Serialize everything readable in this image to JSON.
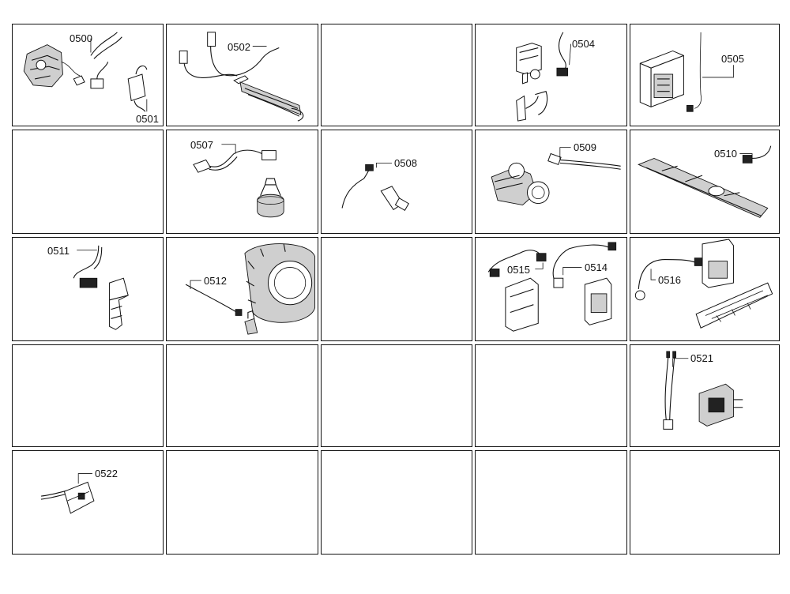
{
  "parts": {
    "p0500": "0500",
    "p0501": "0501",
    "p0502": "0502",
    "p0504": "0504",
    "p0505": "0505",
    "p0507": "0507",
    "p0508": "0508",
    "p0509": "0509",
    "p0510": "0510",
    "p0511": "0511",
    "p0512": "0512",
    "p0514": "0514",
    "p0515": "0515",
    "p0516": "0516",
    "p0521": "0521",
    "p0522": "0522"
  }
}
